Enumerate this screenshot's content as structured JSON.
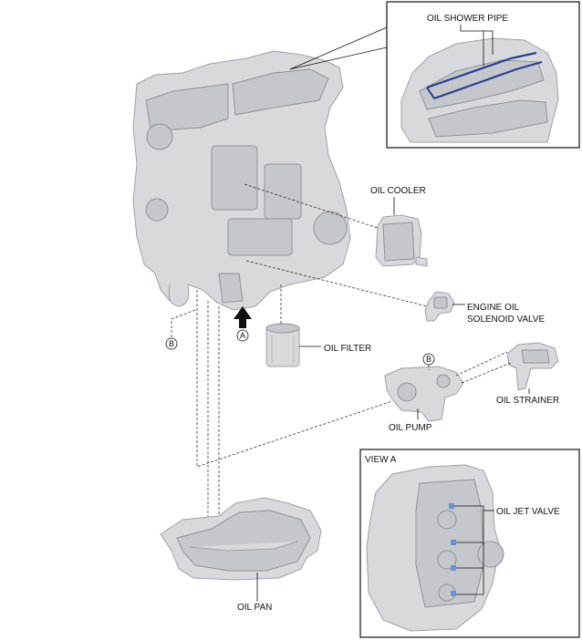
{
  "labels": {
    "oil_shower_pipe": "OIL SHOWER PIPE",
    "oil_cooler": "OIL COOLER",
    "engine_oil_solenoid_valve_line1": "ENGINE OIL",
    "engine_oil_solenoid_valve_line2": "SOLENOID VALVE",
    "oil_filter": "OIL FILTER",
    "oil_strainer": "OIL STRAINER",
    "oil_pump": "OIL PUMP",
    "view_a": "VIEW A",
    "oil_jet_valve": "OIL JET VALVE",
    "oil_pan": "OIL PAN"
  },
  "markers": {
    "a": "A",
    "b": "B"
  },
  "colors": {
    "part_fill": "#d7d9dc",
    "pipe_highlight": "#2a3d8f",
    "jet_highlight": "#6a8fd6"
  }
}
